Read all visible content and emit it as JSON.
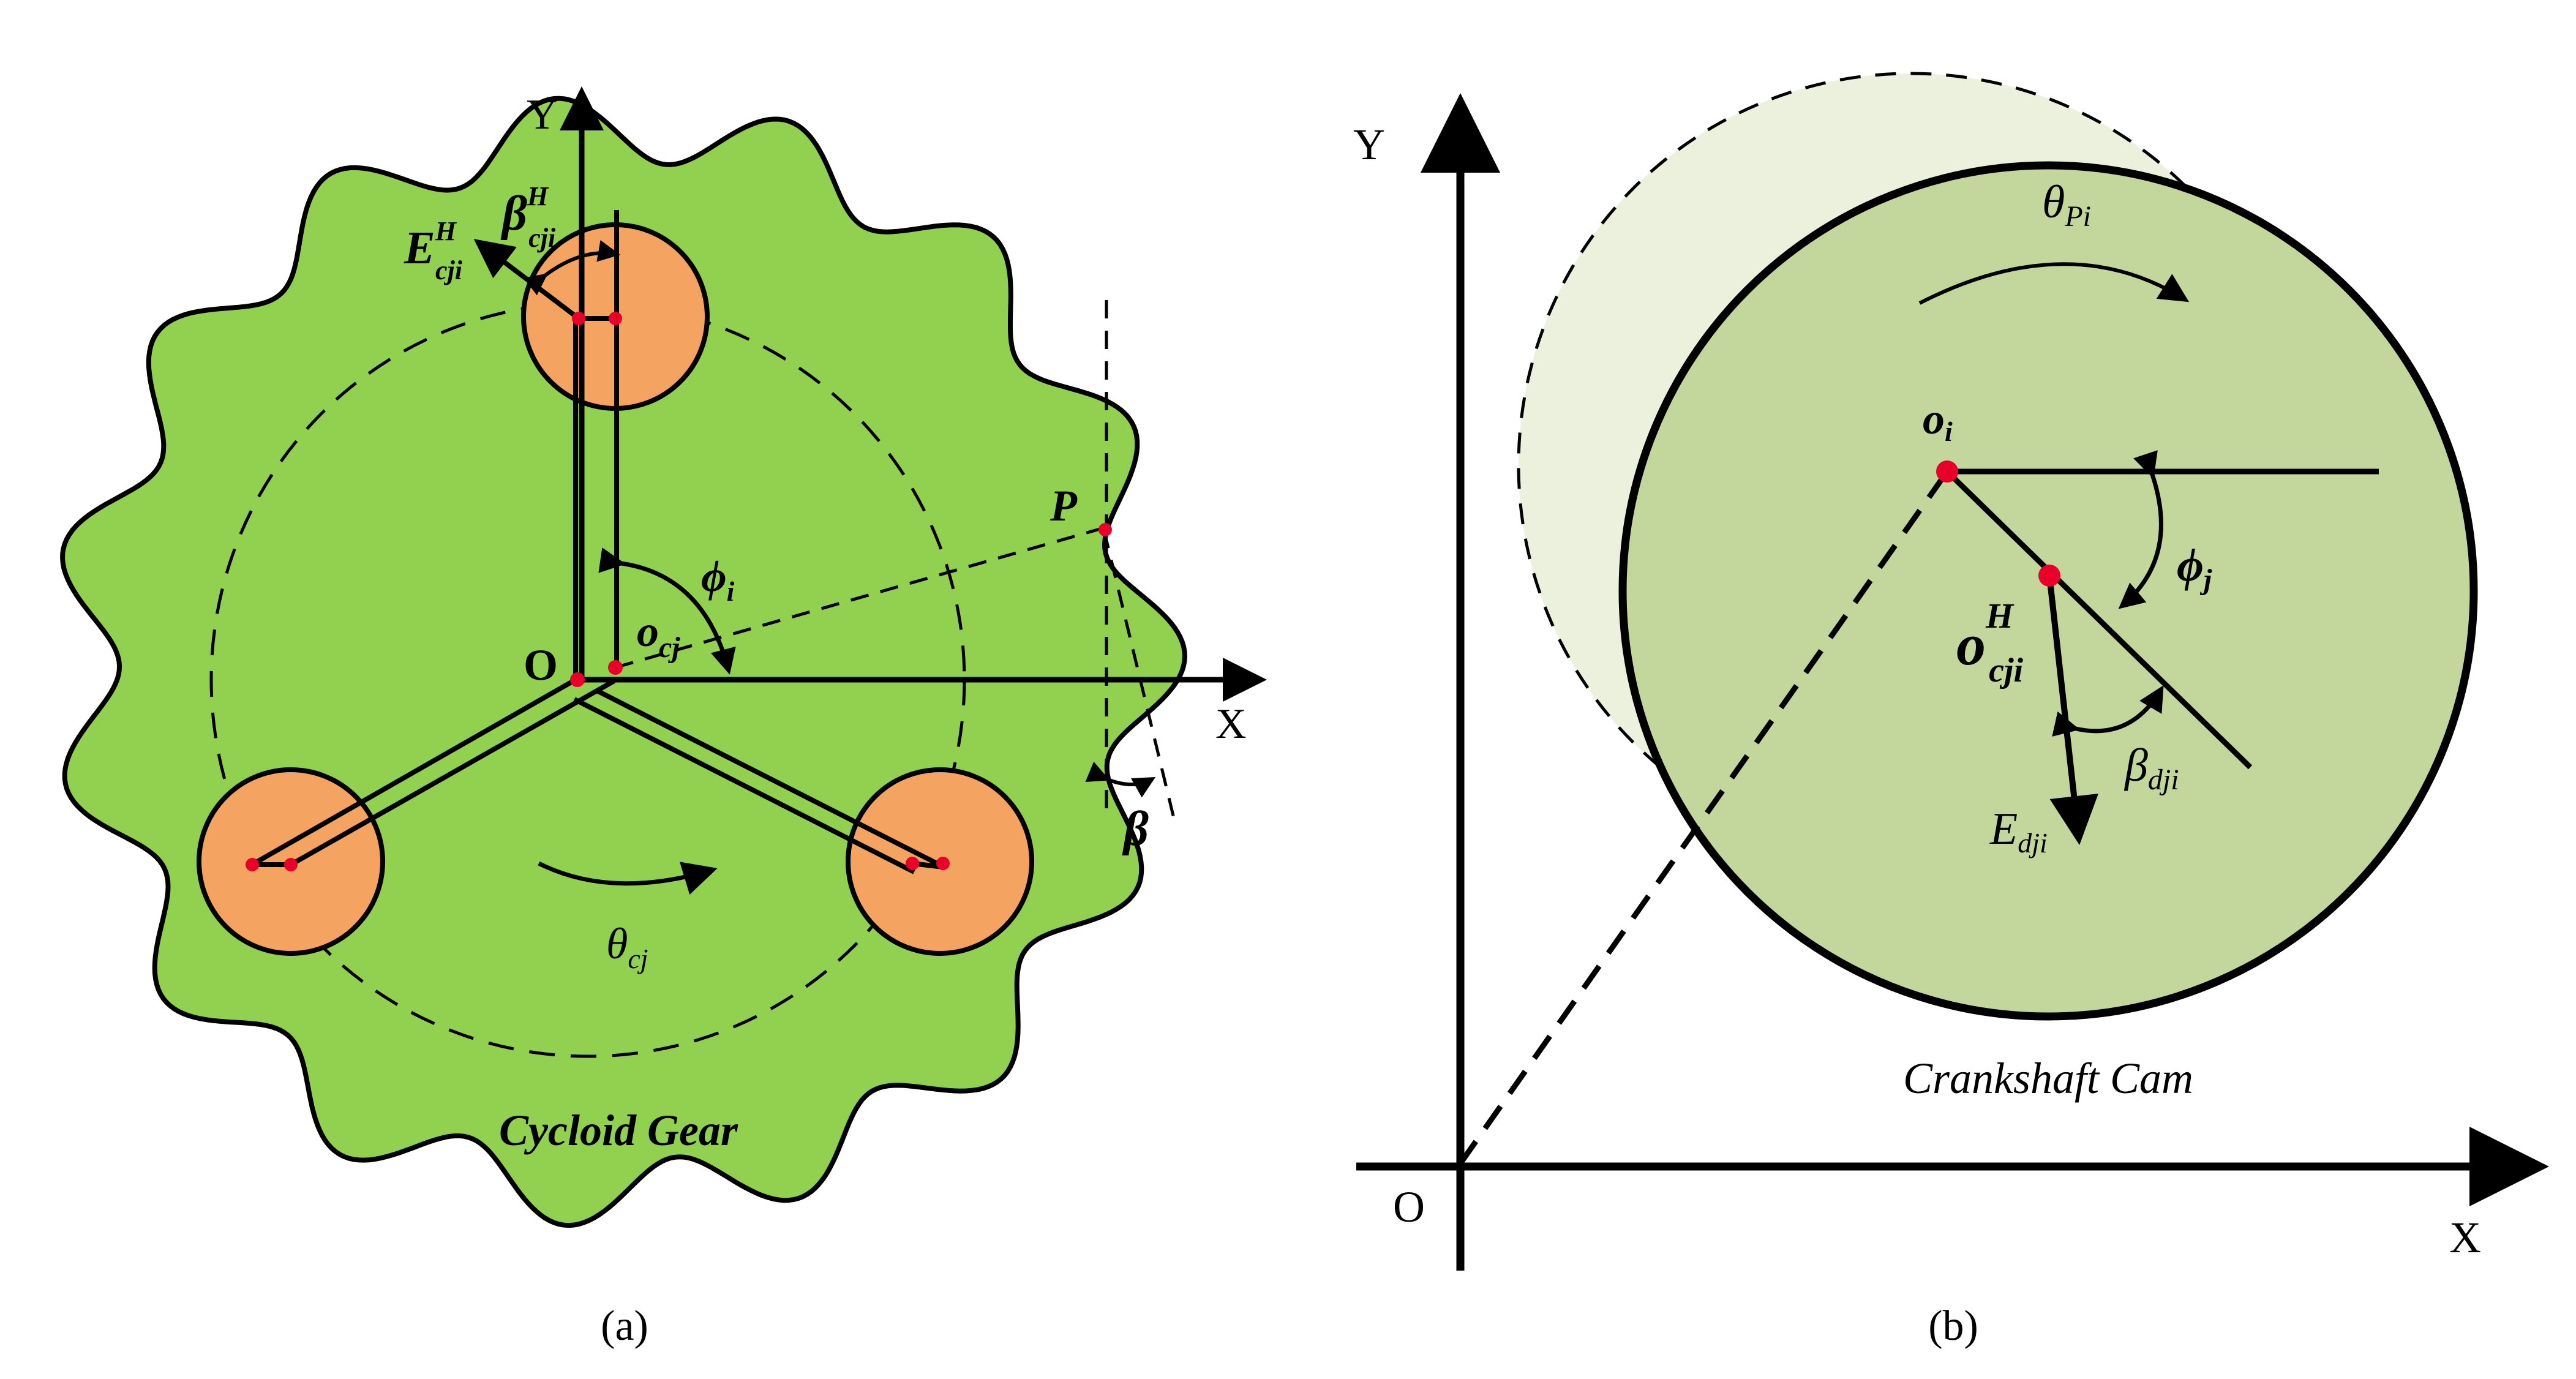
{
  "panel_a": {
    "gear_label": "Cycloid Gear",
    "caption": "(a)",
    "axis_y": "Y",
    "axis_x": "X",
    "origin": "O",
    "center_label": "o",
    "center_sub": "cj",
    "point_label": "P",
    "phi": "ϕ",
    "phi_sub": "i",
    "theta": "θ",
    "theta_sub": "cj",
    "beta": "β",
    "beta_h": "β",
    "beta_h_sub": "cji",
    "beta_h_sup": "H",
    "e": "E",
    "e_sub": "cji",
    "e_sup": "H",
    "colors": {
      "gear": "#92d050",
      "pin": "#f4a460",
      "point": "#e8002a"
    }
  },
  "panel_b": {
    "cam_label": "Crankshaft Cam",
    "caption": "(b)",
    "axis_y": "Y",
    "axis_x": "X",
    "origin": "O",
    "center_label": "o",
    "center_sub": "i",
    "theta": "θ",
    "theta_sub": "Pi",
    "phi": "ϕ",
    "phi_sub": "j",
    "o_h": "o",
    "o_h_sub": "cji",
    "o_h_sup": "H",
    "beta": "β",
    "beta_sub": "dji",
    "e": "E",
    "e_sub": "dji",
    "colors": {
      "cam": "#c3d69b",
      "cam_shadow": "#ebf1dd",
      "point": "#e8002a"
    }
  }
}
